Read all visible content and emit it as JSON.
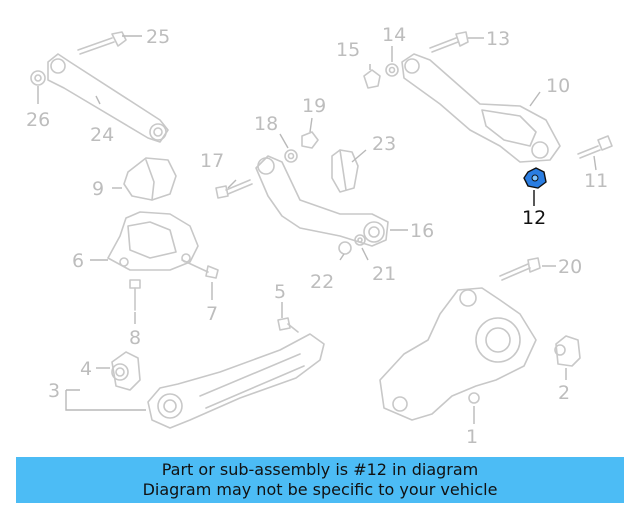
{
  "diagram": {
    "highlighted_part": "12",
    "callouts": [
      "1",
      "2",
      "3",
      "4",
      "5",
      "6",
      "7",
      "8",
      "9",
      "10",
      "11",
      "12",
      "13",
      "14",
      "15",
      "16",
      "17",
      "18",
      "19",
      "20",
      "21",
      "22",
      "23",
      "24",
      "25",
      "26"
    ]
  },
  "banner": {
    "line1": "Part or sub-assembly is #12 in diagram",
    "line2": "Diagram may not be specific to your vehicle"
  },
  "colors": {
    "banner_bg": "#4cbcf5",
    "highlight": "#2a7de1",
    "line_art": "#c8c8c8"
  }
}
